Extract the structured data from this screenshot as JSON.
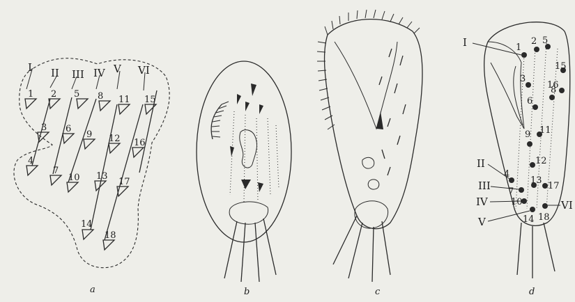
{
  "panels": {
    "a": {
      "caption": "a",
      "rows": [
        "I",
        "II",
        "III",
        "IV",
        "V",
        "VI"
      ],
      "cirri": [
        "1",
        "2",
        "3",
        "4",
        "5",
        "6",
        "7",
        "8",
        "9",
        "10",
        "11",
        "12",
        "13",
        "14",
        "15",
        "16",
        "17",
        "18"
      ]
    },
    "b": {
      "caption": "b"
    },
    "c": {
      "caption": "c"
    },
    "d": {
      "caption": "d",
      "rows": [
        "I",
        "II",
        "III",
        "IV",
        "V",
        "VI"
      ],
      "cirri": [
        "1",
        "2",
        "3",
        "4",
        "5",
        "6",
        "7",
        "8",
        "9",
        "10",
        "11",
        "12",
        "13",
        "14",
        "15",
        "16",
        "17",
        "18"
      ]
    }
  },
  "colors": {
    "background": "#eeeee9",
    "ink": "#2a2a2a"
  }
}
